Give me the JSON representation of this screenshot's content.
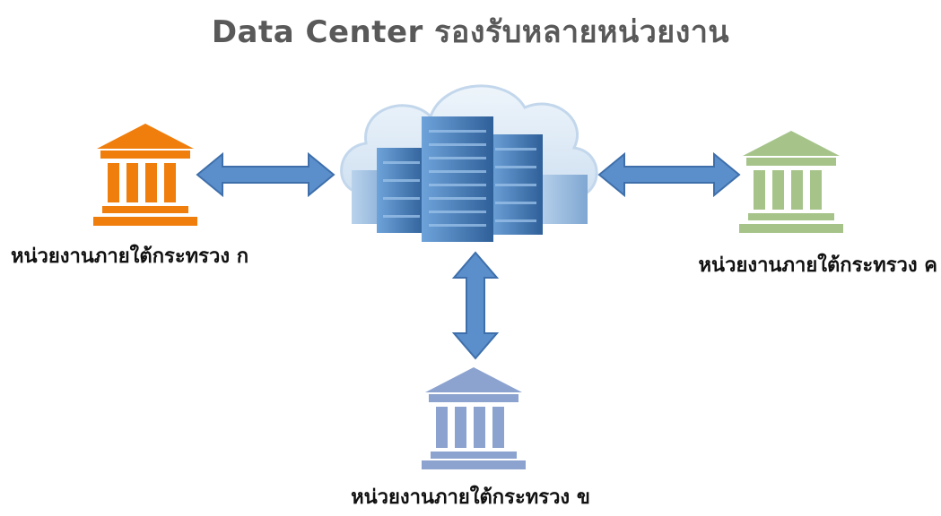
{
  "title": "Data Center รองรับหลายหน่วยงาน",
  "nodes": {
    "data_center": {
      "icon": "cloud-server-icon"
    },
    "agency_a": {
      "label": "หน่วยงานภายใต้กระทรวง ก",
      "icon": "government-building-icon",
      "color": "#F07E0C"
    },
    "agency_b": {
      "label": "หน่วยงานภายใต้กระทรวง ข",
      "icon": "government-building-icon",
      "color": "#8CA3CF"
    },
    "agency_c": {
      "label": "หน่วยงานภายใต้กระทรวง ค",
      "icon": "government-building-icon",
      "color": "#A6C48A"
    }
  },
  "connections": [
    {
      "from": "agency_a",
      "to": "data_center",
      "type": "bidirectional"
    },
    {
      "from": "agency_c",
      "to": "data_center",
      "type": "bidirectional"
    },
    {
      "from": "agency_b",
      "to": "data_center",
      "type": "bidirectional"
    }
  ],
  "colors": {
    "arrow": "#5B8FCC",
    "cloud": "#D7E6F4",
    "server": "#3E78B8"
  }
}
